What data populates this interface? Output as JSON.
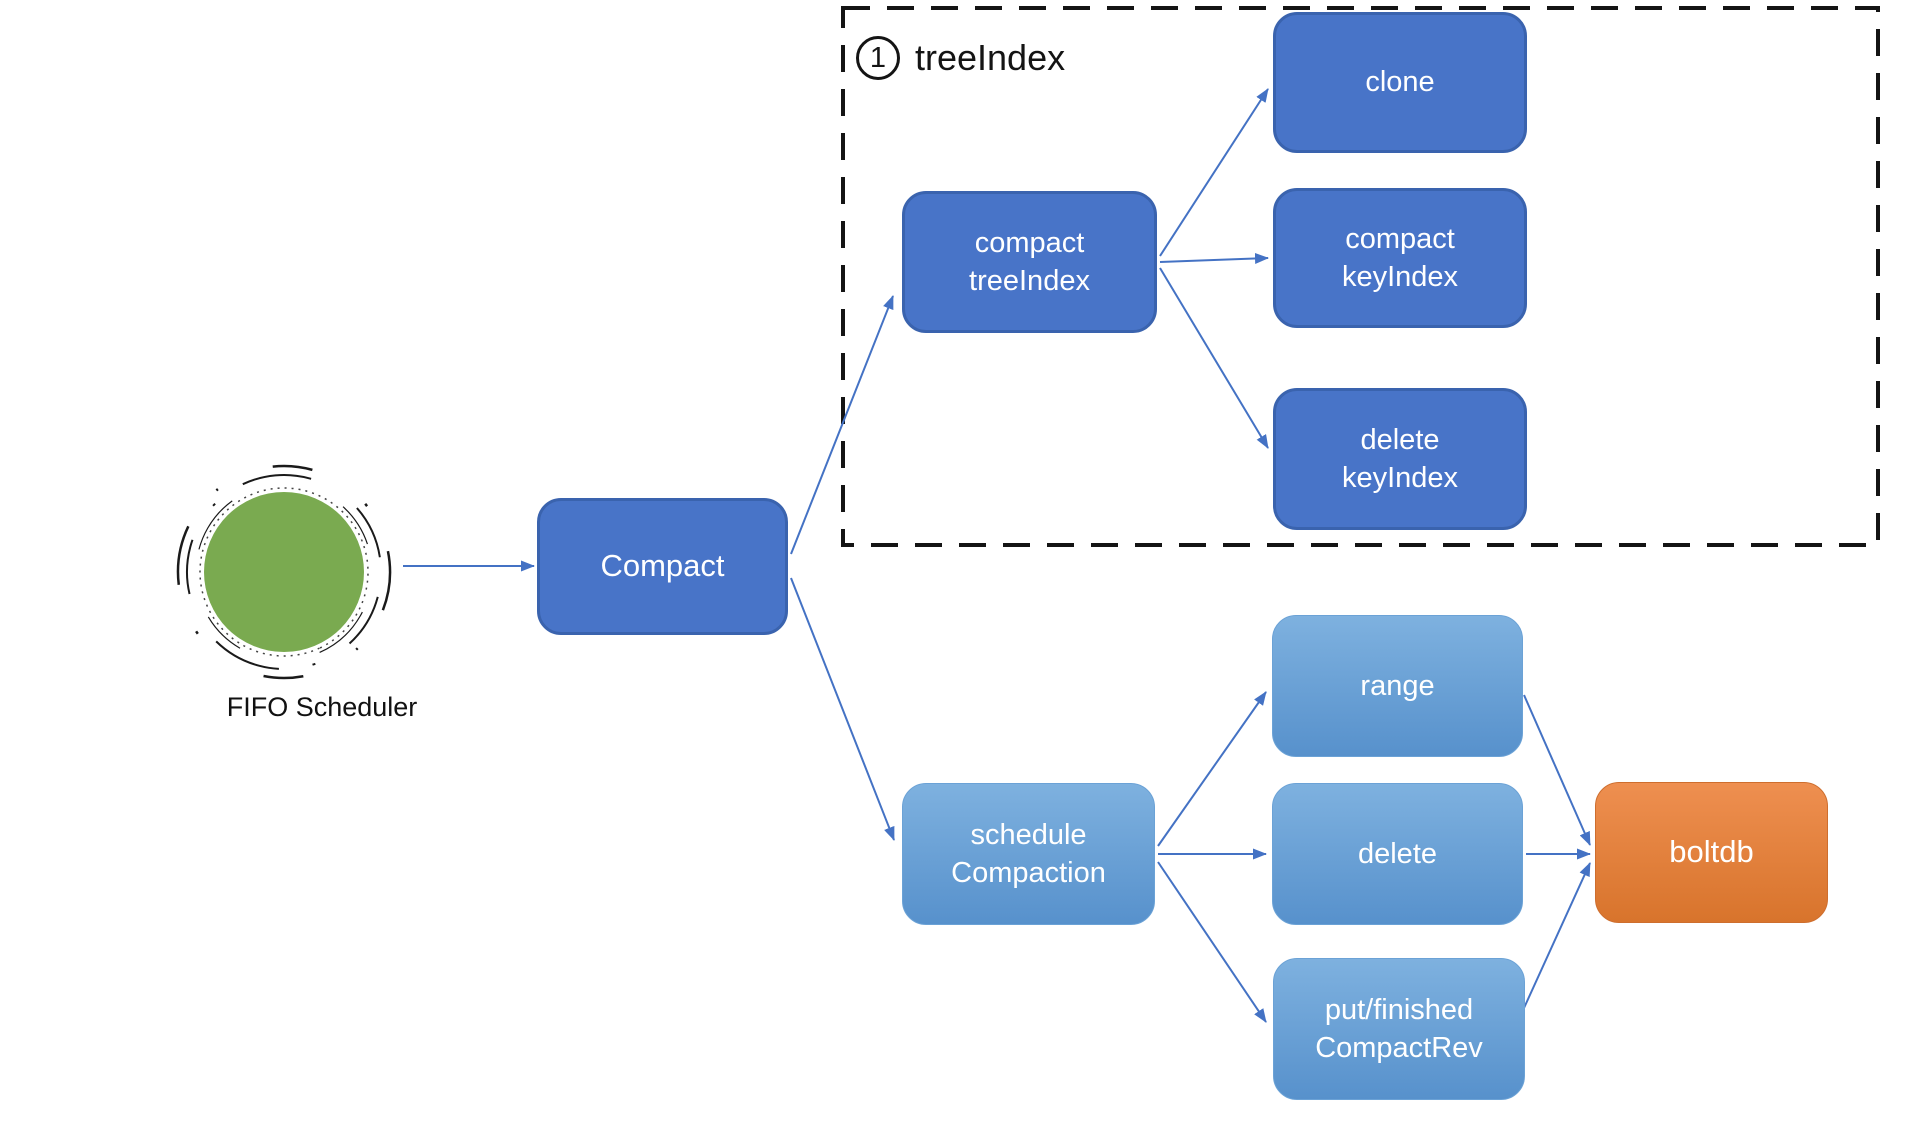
{
  "scheduler": {
    "label": "FIFO Scheduler"
  },
  "group_tree_index": {
    "badge": "1",
    "label": "treeIndex"
  },
  "nodes": {
    "compact": {
      "label": "Compact"
    },
    "compact_treeindex": {
      "label": "compact\ntreeIndex"
    },
    "clone": {
      "label": "clone"
    },
    "compact_keyindex": {
      "label": "compact\nkeyIndex"
    },
    "delete_keyindex": {
      "label": "delete\nkeyIndex"
    },
    "schedule_compaction": {
      "label": "schedule\nCompaction"
    },
    "range": {
      "label": "range"
    },
    "delete": {
      "label": "delete"
    },
    "put_finished_compactrev": {
      "label": "put/finished\nCompactRev"
    },
    "boltdb": {
      "label": "boltdb"
    }
  },
  "palette": {
    "node_dark_blue": "#4874C8",
    "node_dark_blue_border": "#3A63AE",
    "node_light_blue_top": "#7EB1DF",
    "node_light_blue_bottom": "#5791CC",
    "node_orange_top": "#EE8F50",
    "node_orange_bottom": "#D8742C",
    "scheduler_green": "#7AAA50",
    "arrow_blue": "#4472C4",
    "group_border_black": "#141414",
    "label_text": "#111111",
    "node_text": "#FFFFFF",
    "background": "#FFFFFF"
  }
}
